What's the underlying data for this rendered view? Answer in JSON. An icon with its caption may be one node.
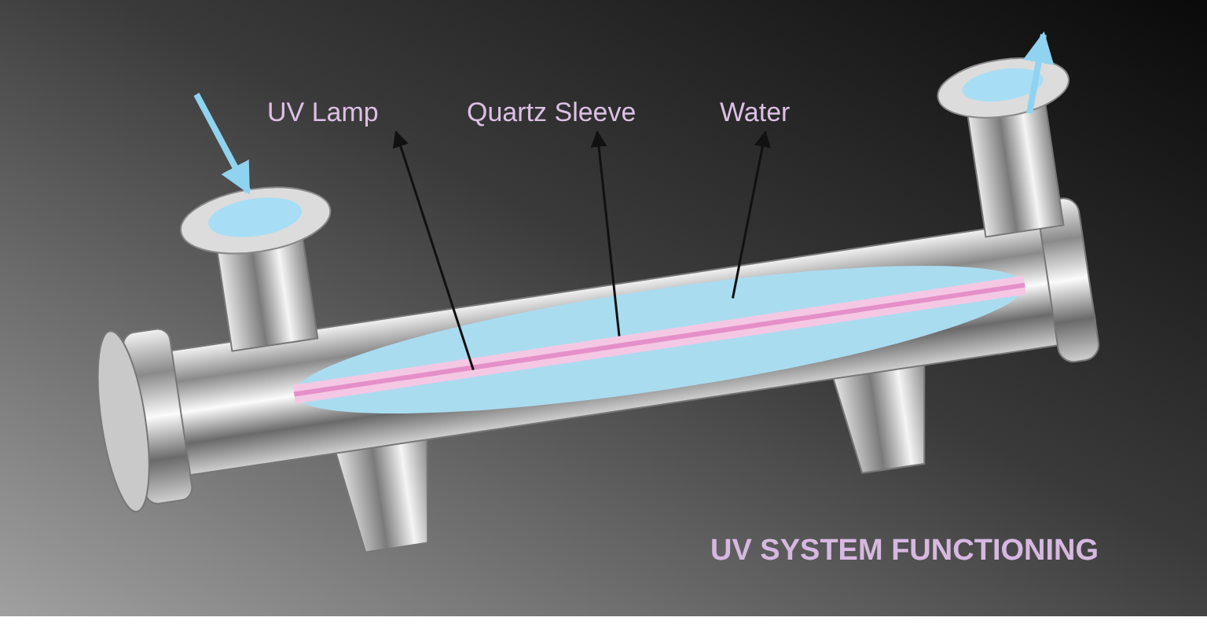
{
  "diagram": {
    "title": "UV SYSTEM FUNCTIONING",
    "nodes": [
      {
        "text": [
          "UV Lamp"
        ]
      },
      {
        "text": [
          "Quartz Sleeve"
        ]
      },
      {
        "text": [
          "Water"
        ]
      },
      {
        "text": [],
        "shape": "ellipse"
      },
      {
        "text": [],
        "shape": "bar",
        "in": 3
      },
      {
        "text": [],
        "shape": "bar",
        "in": 4
      }
    ],
    "edges": [
      {
        "from": 5,
        "to": 0,
        "arrow": "to"
      },
      {
        "from": 4,
        "to": 1,
        "arrow": "to"
      },
      {
        "from": 3,
        "to": 2,
        "arrow": "to"
      }
    ]
  }
}
